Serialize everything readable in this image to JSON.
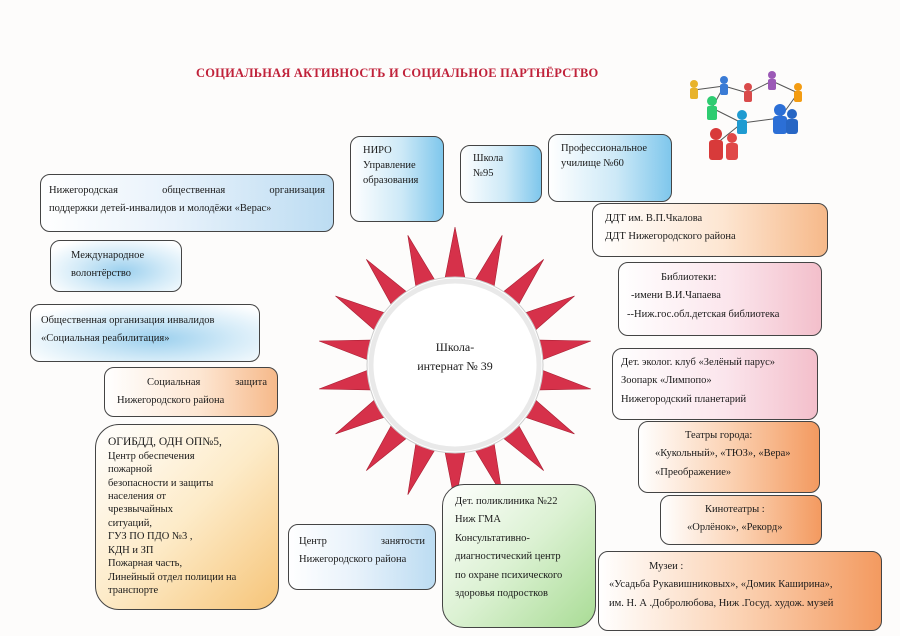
{
  "title": "СОЦИАЛЬНАЯ АКТИВНОСТЬ И СОЦИАЛЬНОЕ ПАРТНЁРСТВО",
  "center": {
    "lines": [
      "Школа-",
      "интернат № 39"
    ]
  },
  "boxes": {
    "niro": {
      "lines": [
        "НИРО",
        "Управление",
        "образования"
      ]
    },
    "school95": {
      "lines": [
        "Школа",
        "№95"
      ]
    },
    "college60": {
      "lines": [
        "Профессиональное",
        "училище №60"
      ]
    },
    "veras": {
      "lines": [
        "Нижегородская общественная организация",
        "поддержки детей-инвалидов и молодёжи «Верас»"
      ]
    },
    "volunteer": {
      "lines": [
        "Международное",
        "волонтёрство"
      ]
    },
    "disabled_org": {
      "lines": [
        "Общественная организация инвалидов",
        "«Социальная реабилитация»"
      ]
    },
    "social_protection": {
      "lines": [
        "Социальная защита",
        "Нижегородского района"
      ]
    },
    "gibdd": {
      "lines": [
        "ОГИБДД, ОДН ОП№5,",
        "Центр обеспечения",
        "пожарной",
        "безопасности и защиты",
        "населения от",
        "чрезвычайных",
        "ситуаций,",
        "ГУЗ ПО ПДО №3 ,",
        "КДН и ЗП",
        "Пожарная часть,",
        "Линейный отдел полиции на",
        "транспорте"
      ]
    },
    "employment": {
      "lines": [
        "Центр занятости",
        "Нижегородского района"
      ]
    },
    "clinic": {
      "lines": [
        "Дет. поликлиника №22",
        "Ниж ГМА",
        "Консультативно-",
        "диагностический центр",
        "по охране психического",
        "здоровья подростков"
      ]
    },
    "ddt": {
      "lines": [
        "ДДТ им. В.П.Чкалова",
        "ДДТ Нижегородского района"
      ]
    },
    "libraries": {
      "lines": [
        "Библиотеки:",
        "-имени В.И.Чапаева",
        "--Ниж.гос.обл.детская библиотека"
      ]
    },
    "eco_club": {
      "lines": [
        "Дет. эколог. клуб «Зелёный парус»",
        "Зоопарк «Лимпопо»",
        "Нижегородский планетарий"
      ]
    },
    "theatres": {
      "lines": [
        "Театры города:",
        "«Кукольный», «ТЮЗ», «Вера»",
        "«Преображение»"
      ]
    },
    "cinemas": {
      "lines": [
        "Кинотеатры :",
        "«Орлёнок», «Рекорд»"
      ]
    },
    "museums": {
      "lines": [
        "Музеи :",
        "«Усадьба Рукавишниковых», «Домик Каширина»,",
        "им. Н. А .Добролюбова, Ниж .Госуд. худож. музей"
      ]
    }
  },
  "colors": {
    "sun_ray": "#d6314a",
    "title": "#c0223a"
  },
  "icons": {
    "corner": "networking-people-icon"
  }
}
